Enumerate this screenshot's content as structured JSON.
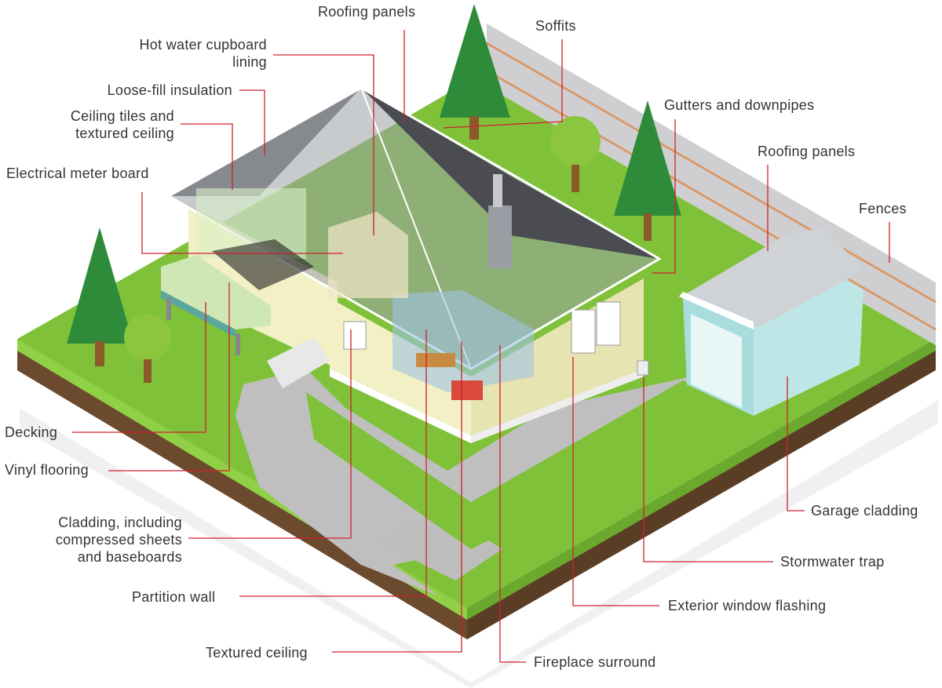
{
  "labels": {
    "roofing_panels_house": "Roofing panels",
    "soffits": "Soffits",
    "hot_water_cupboard_1": "Hot water cupboard",
    "hot_water_cupboard_2": "lining",
    "loose_fill_insulation": "Loose-fill insulation",
    "ceiling_tiles_1": "Ceiling tiles and",
    "ceiling_tiles_2": "textured ceiling",
    "electrical_meter_board": "Electrical meter board",
    "gutters_downpipes": "Gutters and downpipes",
    "roofing_panels_garage": "Roofing panels",
    "fences": "Fences",
    "decking": "Decking",
    "vinyl_flooring": "Vinyl flooring",
    "cladding_1": "Cladding, including",
    "cladding_2": "compressed sheets",
    "cladding_3": "and baseboards",
    "garage_cladding": "Garage cladding",
    "stormwater_trap": "Stormwater trap",
    "partition_wall": "Partition wall",
    "exterior_window_flashing": "Exterior window flashing",
    "textured_ceiling": "Textured ceiling",
    "fireplace_surround": "Fireplace surround"
  },
  "colors": {
    "leader_line": "#d0202c",
    "grass": "#7fc23a",
    "soil": "#6b4a2e",
    "roof_dark": "#505257",
    "wall_cream": "#f2f0c4",
    "driveway": "#bfbfbf",
    "tree": "#2e8b3a",
    "garage_wall": "#bfe6e6"
  }
}
